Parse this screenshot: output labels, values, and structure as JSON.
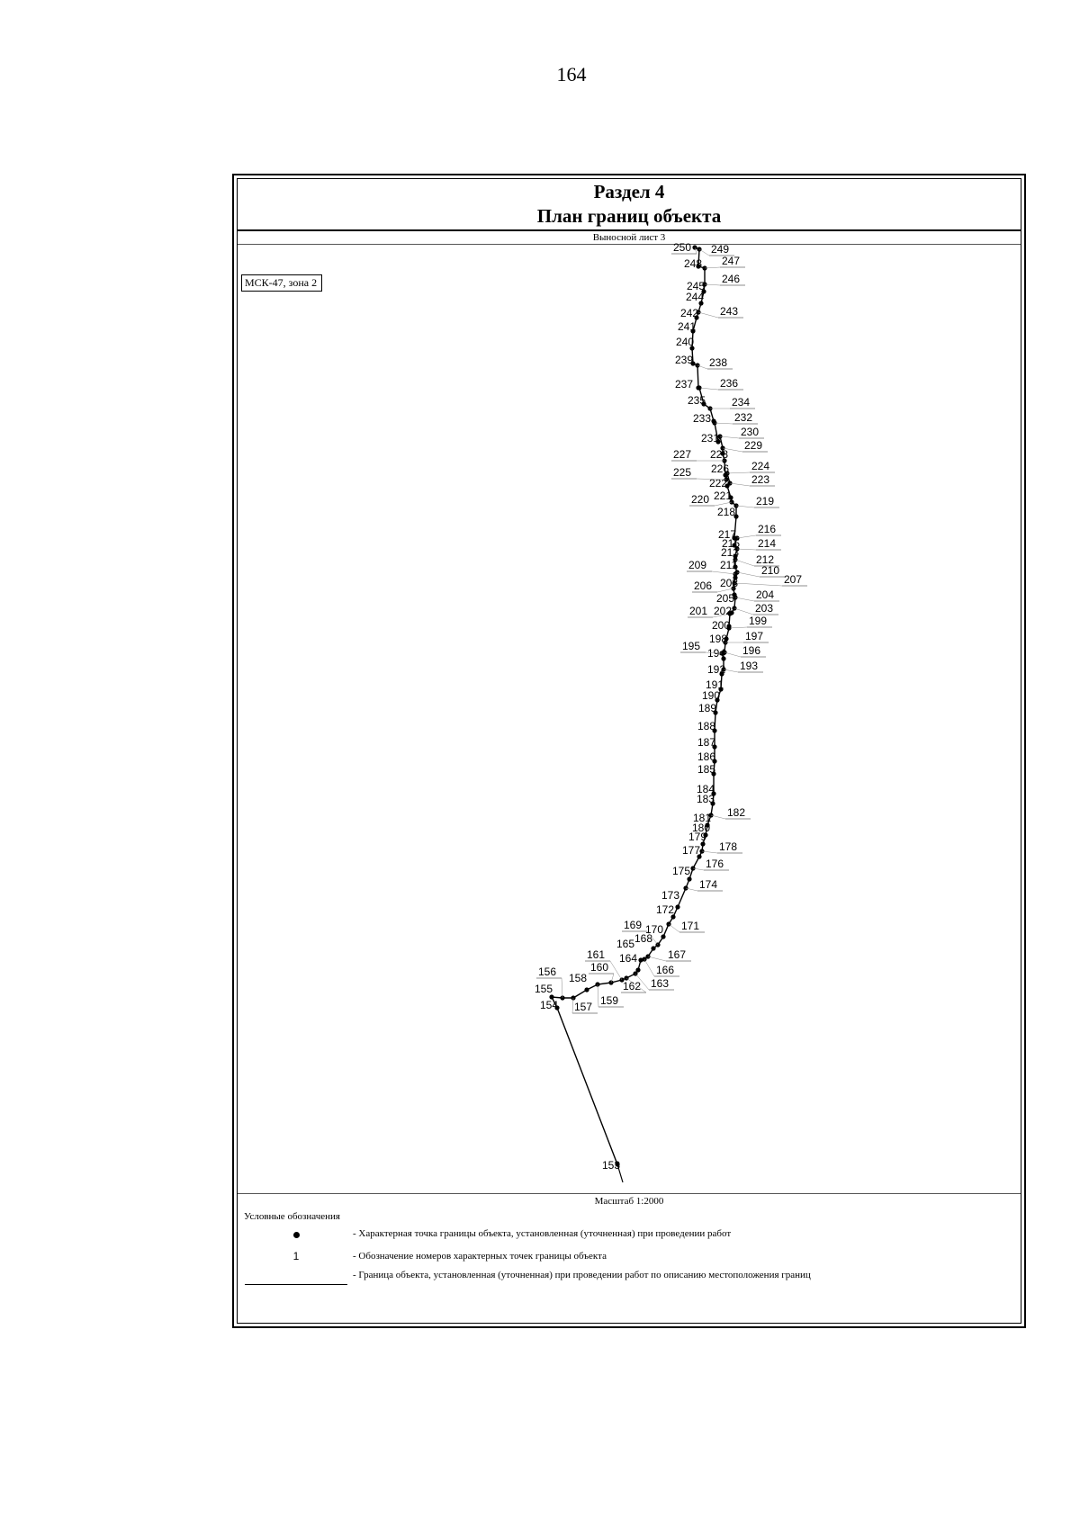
{
  "page_number": "164",
  "header": {
    "section": "Раздел 4",
    "title": "План границ объекта"
  },
  "sheet_label": "Выносной лист 3",
  "crs_label": "МСК-47, зона 2",
  "scale_label": "Масштаб 1:2000",
  "legend": {
    "title": "Условные обозначения",
    "items": [
      {
        "symbol": "dot-icon",
        "sample": "",
        "text": "- Характерная точка границы объекта, установленная (уточненная) при проведении работ"
      },
      {
        "symbol": "number-sample",
        "sample": "1",
        "text": "- Обозначение номеров характерных точек границы объекта"
      },
      {
        "symbol": "line-icon",
        "sample": "",
        "text": "- Граница объекта, установленная (уточненная) при проведении работ по описанию местоположения границ"
      }
    ]
  },
  "boundary_points": [
    "153",
    "154",
    "155",
    "156",
    "157",
    "158",
    "159",
    "160",
    "161",
    "162",
    "163",
    "164",
    "165",
    "166",
    "167",
    "168",
    "169",
    "170",
    "171",
    "172",
    "173",
    "174",
    "175",
    "176",
    "177",
    "178",
    "179",
    "180",
    "181",
    "182",
    "183",
    "184",
    "185",
    "186",
    "187",
    "188",
    "189",
    "190",
    "191",
    "192",
    "193",
    "194",
    "195",
    "196",
    "197",
    "198",
    "199",
    "200",
    "201",
    "202",
    "203",
    "204",
    "205",
    "206",
    "207",
    "208",
    "209",
    "210",
    "211",
    "212",
    "213",
    "214",
    "215",
    "216",
    "217",
    "218",
    "219",
    "220",
    "221",
    "222",
    "223",
    "224",
    "225",
    "226",
    "227",
    "228",
    "229",
    "230",
    "231",
    "232",
    "233",
    "234",
    "235",
    "236",
    "237",
    "238",
    "239",
    "240",
    "241",
    "242",
    "243",
    "244",
    "245",
    "246",
    "247",
    "248",
    "249",
    "250"
  ]
}
